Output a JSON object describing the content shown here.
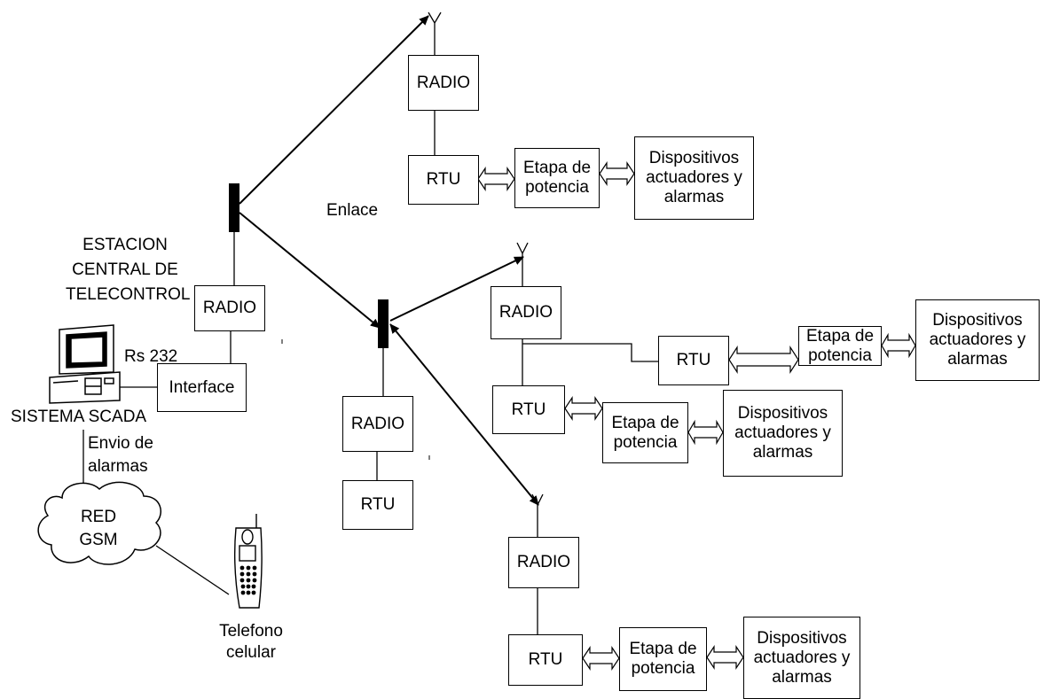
{
  "labels": {
    "enlace": "Enlace",
    "estacion": "ESTACION\nCENTRAL DE\nTELECONTROL",
    "rs232": "Rs 232",
    "sistema_scada": "SISTEMA SCADA",
    "envio": "Envio de\nalarmas",
    "red_gsm": "RED\nGSM",
    "telefono": "Telefono\ncelular"
  },
  "boxes": {
    "radio": "RADIO",
    "rtu": "RTU",
    "interface": "Interface",
    "etapa": "Etapa de\npotencia",
    "dispositivos": "Dispositivos\nactuadores y\nalarmas"
  }
}
